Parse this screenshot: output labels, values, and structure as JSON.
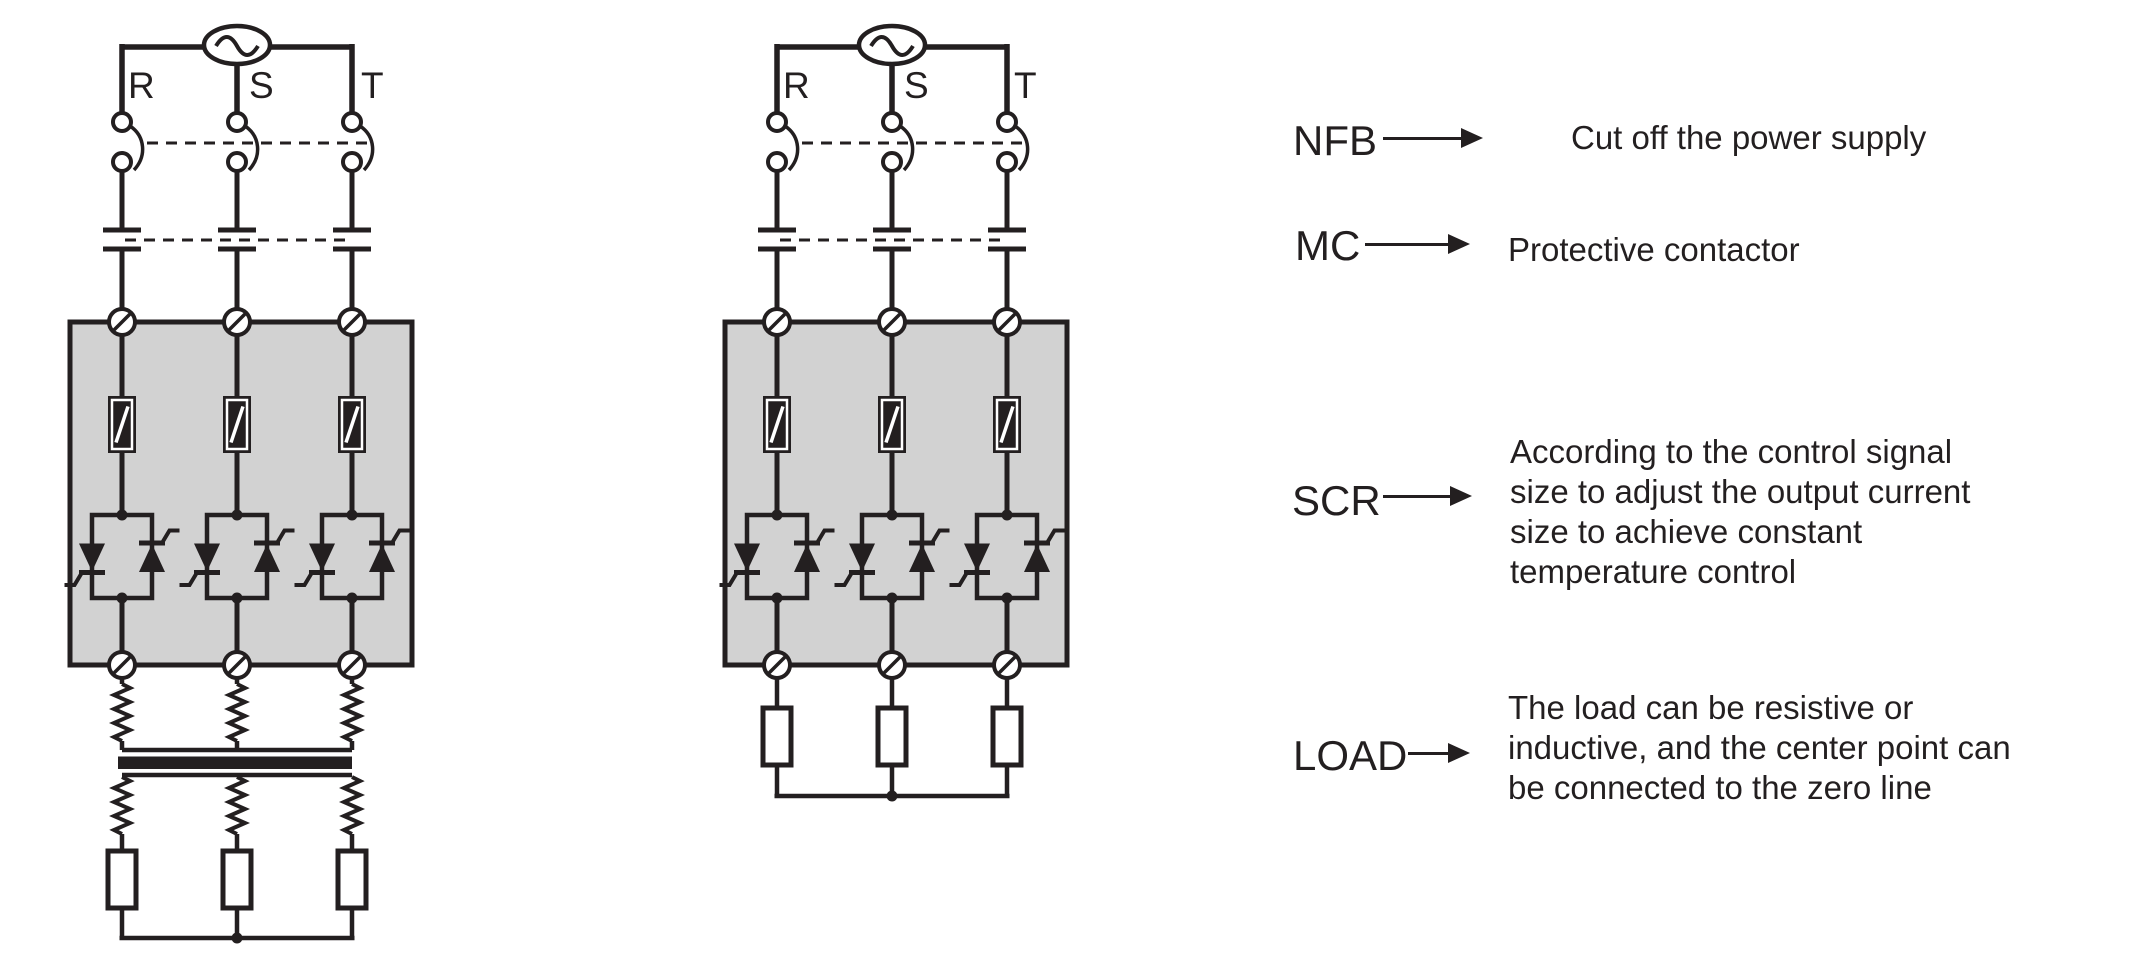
{
  "colors": {
    "line": "#231f20",
    "module_box_fill": "#d2d2d2",
    "background": "#ffffff"
  },
  "diagrams": {
    "left": {
      "description": "three-phase SCR power controller with transformer-coupled loads",
      "phases": [
        "R",
        "S",
        "T"
      ]
    },
    "middle": {
      "description": "three-phase SCR power controller with direct star-connected loads",
      "phases": [
        "R",
        "S",
        "T"
      ]
    }
  },
  "legend": {
    "items": [
      {
        "term": "NFB",
        "lines": [
          "Cut off the power supply"
        ]
      },
      {
        "term": "MC",
        "lines": [
          "Protective contactor"
        ]
      },
      {
        "term": "SCR",
        "lines": [
          "According to the control signal",
          "size to adjust the output current",
          "size to achieve constant",
          "temperature control"
        ]
      },
      {
        "term": "LOAD",
        "lines": [
          "The load can be resistive or",
          "inductive, and the center point can",
          "be connected to the zero line"
        ]
      }
    ]
  }
}
